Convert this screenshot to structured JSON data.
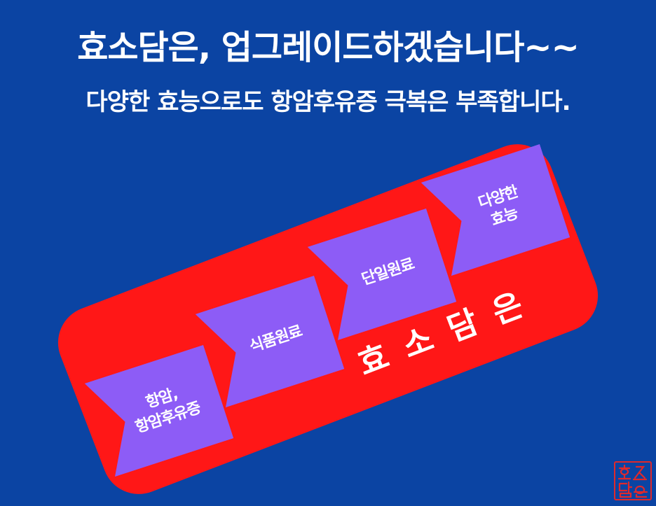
{
  "header": {
    "title": "효소담은, 업그레이드하겠습니다~~",
    "subtitle": "다양한 효능으로도 항암후유증 극복은 부족합니다."
  },
  "band": {
    "label": "효소담은"
  },
  "steps": [
    {
      "label": "항암,\n항암후유증"
    },
    {
      "label": "식품원료"
    },
    {
      "label": "단일원료"
    },
    {
      "label": "다양한\n효능"
    }
  ],
  "logo": {
    "text": "효소담은"
  },
  "colors": {
    "background": "#0B44A3",
    "band": "#FF1717",
    "flag": "#8D5CF6",
    "text": "#FFFFFF",
    "stamp": "#E0292B"
  }
}
